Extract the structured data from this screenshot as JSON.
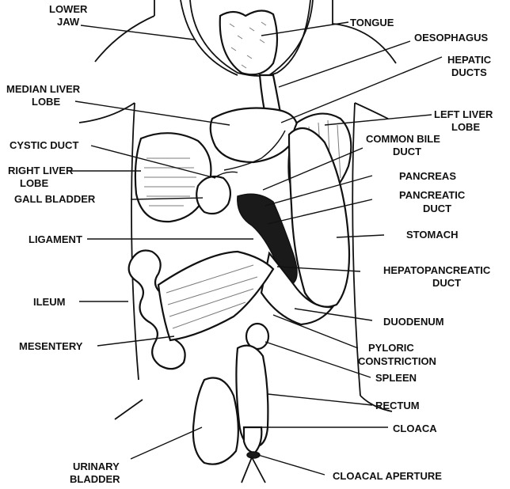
{
  "labels": {
    "lower_jaw_1": "LOWER",
    "lower_jaw_2": "JAW",
    "tongue": "TONGUE",
    "oesophagus": "OESOPHAGUS",
    "hepatic_ducts_1": "HEPATIC",
    "hepatic_ducts_2": "DUCTS",
    "median_liver_lobe_1": "MEDIAN LIVER",
    "median_liver_lobe_2": "LOBE",
    "left_liver_lobe_1": "LEFT LIVER",
    "left_liver_lobe_2": "LOBE",
    "cystic_duct": "CYSTIC DUCT",
    "common_bile_duct_1": "COMMON BILE",
    "common_bile_duct_2": "DUCT",
    "right_liver_lobe_1": "RIGHT LIVER",
    "right_liver_lobe_2": "LOBE",
    "pancreas": "PANCREAS",
    "gall_bladder": "GALL BLADDER",
    "pancreatic_duct_1": "PANCREATIC",
    "pancreatic_duct_2": "DUCT",
    "ligament": "LIGAMENT",
    "stomach": "STOMACH",
    "hepatopancreatic_duct_1": "HEPATOPANCREATIC",
    "hepatopancreatic_duct_2": "DUCT",
    "ileum": "ILEUM",
    "duodenum": "DUODENUM",
    "mesentery": "MESENTERY",
    "pyloric_constriction_1": "PYLORIC",
    "pyloric_constriction_2": "CONSTRICTION",
    "spleen": "SPLEEN",
    "rectum": "RECTUM",
    "cloaca": "CLOACA",
    "urinary_bladder_1": "URINARY",
    "urinary_bladder_2": "BLADDER",
    "cloacal_aperture": "CLOACAL APERTURE"
  }
}
